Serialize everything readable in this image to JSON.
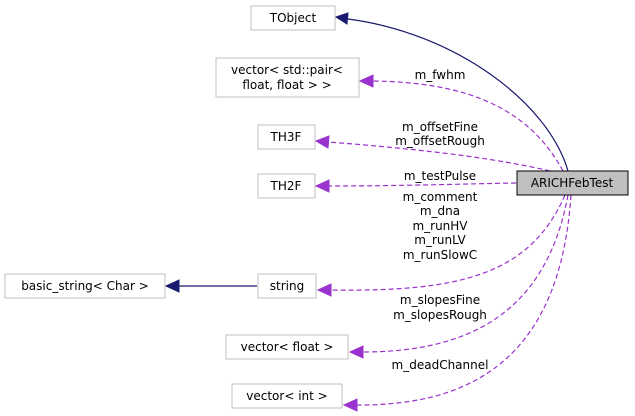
{
  "nodes": {
    "tobject": "TObject",
    "vector_pair_line1": "vector< std::pair<",
    "vector_pair_line2": "float, float > >",
    "th3f": "TH3F",
    "th2f": "TH2F",
    "basic_string": "basic_string< Char >",
    "string": "string",
    "vector_float": "vector< float >",
    "vector_int": "vector< int >",
    "arichfebtest": "ARICHFebTest"
  },
  "edge_labels": {
    "fwhm": "m_fwhm",
    "offset_fine": "m_offsetFine",
    "offset_rough": "m_offsetRough",
    "test_pulse": "m_testPulse",
    "comment": "m_comment",
    "dna": "m_dna",
    "run_hv": "m_runHV",
    "run_lv": "m_runLV",
    "run_slow_c": "m_runSlowC",
    "slopes_fine": "m_slopesFine",
    "slopes_rough": "m_slopesRough",
    "dead_channel": "m_deadChannel"
  },
  "colors": {
    "inheritance_edge": "#191970",
    "member_edge": "#9a32cd",
    "focus_fill": "#bfbfbf",
    "node_border": "#bfbfbf"
  }
}
